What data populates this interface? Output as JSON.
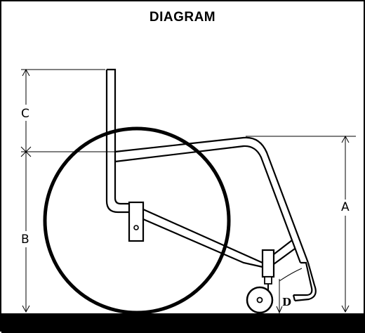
{
  "title": "DIAGRAM",
  "dimensions": {
    "a": "A",
    "b": "B",
    "c": "C",
    "d": "D"
  },
  "colors": {
    "line": "#000000",
    "background": "#ffffff",
    "floor": "#000000"
  }
}
